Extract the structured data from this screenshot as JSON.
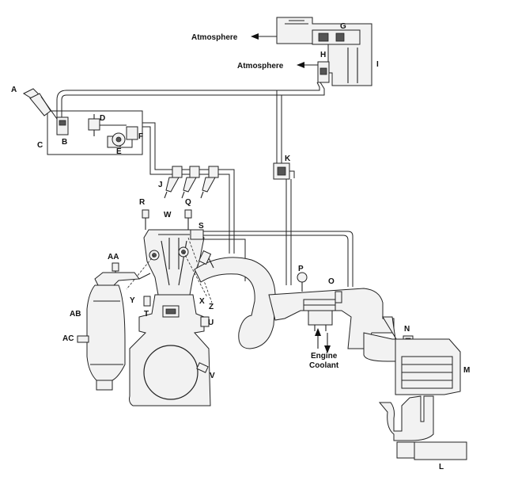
{
  "annotations": {
    "atmosphere_1": "Atmosphere",
    "atmosphere_2": "Atmosphere",
    "engine": "Engine",
    "coolant": "Coolant"
  },
  "labels": {
    "A": "A",
    "B": "B",
    "C": "C",
    "D": "D",
    "E": "E",
    "F": "F",
    "G": "G",
    "H": "H",
    "I": "I",
    "J": "J",
    "K": "K",
    "L": "L",
    "M": "M",
    "N": "N",
    "O": "O",
    "P": "P",
    "Q": "Q",
    "R": "R",
    "S": "S",
    "T": "T",
    "U": "U",
    "V": "V",
    "W": "W",
    "X": "X",
    "Y": "Y",
    "Z": "Z",
    "AA": "AA",
    "AB": "AB",
    "AC": "AC"
  }
}
